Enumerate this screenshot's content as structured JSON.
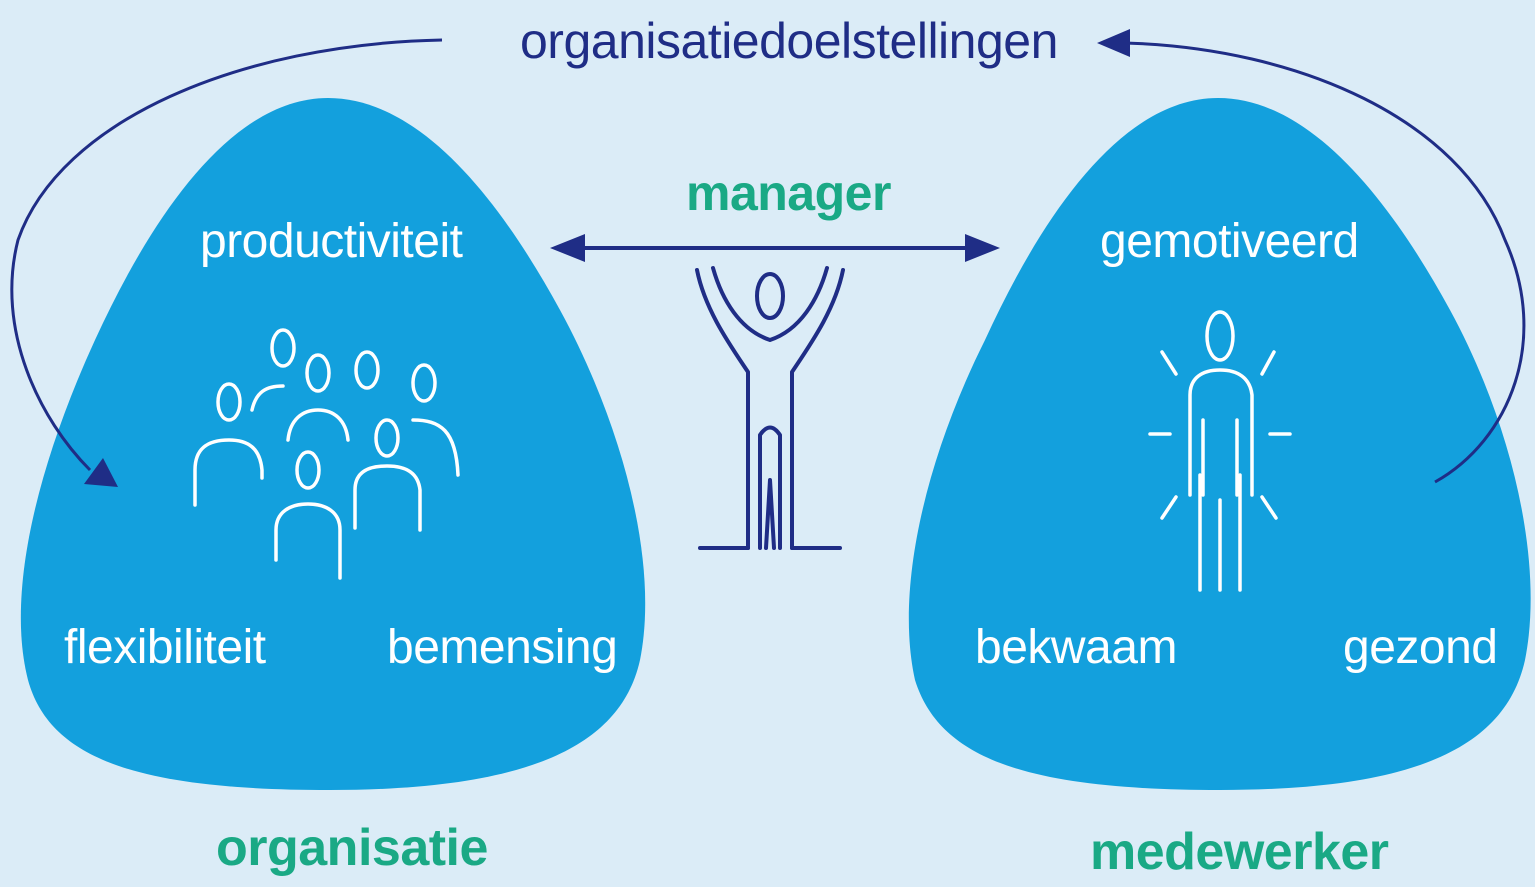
{
  "title": "organisatiedoelstellingen",
  "center": {
    "label": "manager"
  },
  "left_blob": {
    "top_label": "productiviteit",
    "bottom_left_label": "flexibiliteit",
    "bottom_right_label": "bemensing",
    "caption": "organisatie",
    "icon": "group-of-people-icon"
  },
  "right_blob": {
    "top_label": "gemotiveerd",
    "bottom_left_label": "bekwaam",
    "bottom_right_label": "gezond",
    "caption": "medewerker",
    "icon": "radiant-person-icon"
  },
  "colors": {
    "background": "#dbecf7",
    "blob": "#13a0dd",
    "dark_blue": "#1f2d86",
    "green": "#1aa985",
    "white": "#ffffff"
  }
}
